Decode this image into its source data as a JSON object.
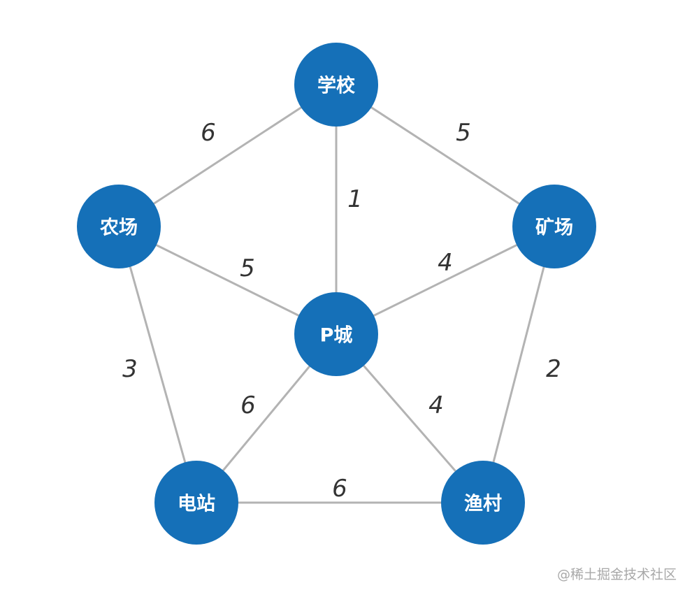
{
  "graph": {
    "nodes": [
      {
        "id": "school",
        "label": "学校"
      },
      {
        "id": "farm",
        "label": "农场"
      },
      {
        "id": "mine",
        "label": "矿场"
      },
      {
        "id": "pcity",
        "label": "P城"
      },
      {
        "id": "power",
        "label": "电站"
      },
      {
        "id": "fishing",
        "label": "渔村"
      }
    ],
    "edges": [
      {
        "from": "school",
        "to": "farm",
        "weight": "6"
      },
      {
        "from": "school",
        "to": "mine",
        "weight": "5"
      },
      {
        "from": "school",
        "to": "pcity",
        "weight": "1"
      },
      {
        "from": "farm",
        "to": "pcity",
        "weight": "5"
      },
      {
        "from": "mine",
        "to": "pcity",
        "weight": "4"
      },
      {
        "from": "farm",
        "to": "power",
        "weight": "3"
      },
      {
        "from": "mine",
        "to": "fishing",
        "weight": "2"
      },
      {
        "from": "pcity",
        "to": "power",
        "weight": "6"
      },
      {
        "from": "pcity",
        "to": "fishing",
        "weight": "4"
      },
      {
        "from": "power",
        "to": "fishing",
        "weight": "6"
      }
    ]
  },
  "colors": {
    "node_fill": "#1570b8",
    "node_text": "#ffffff",
    "edge": "#b3b3b3",
    "weight_text": "#333333"
  },
  "watermark": "@稀土掘金技术社区"
}
